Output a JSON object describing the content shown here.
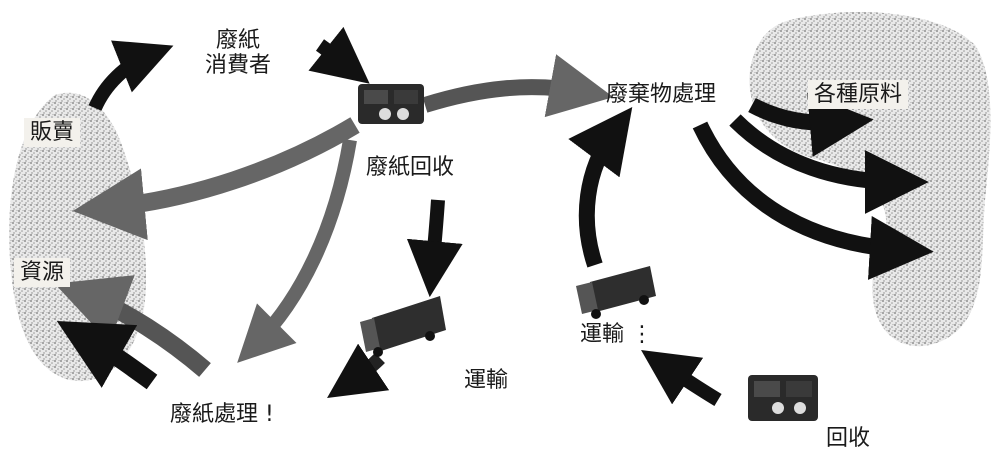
{
  "labels": {
    "consumer_line1": "廢紙",
    "consumer_line2": "消費者",
    "sales": "販賣",
    "resources": "資源",
    "paper_collection": "廢紙回收",
    "transport_left": "運輸",
    "paper_processing": "廢紙處理 !",
    "waste_processing": "廢棄物處理",
    "raw_materials": "各種原料",
    "transport_right": "運輸 ⋮",
    "collection": "回收"
  }
}
